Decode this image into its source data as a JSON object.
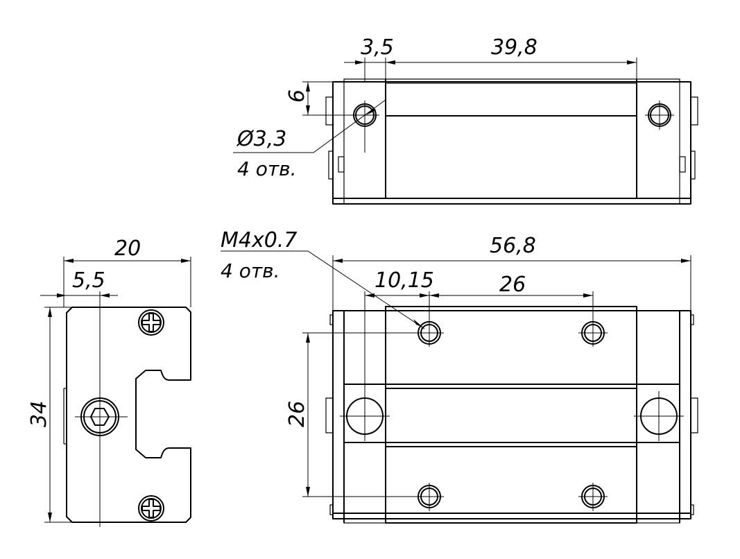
{
  "drawing": {
    "top_view": {
      "dim_offset": "3,5",
      "dim_length": "39,8",
      "dim_height": "6",
      "hole_note": "Ø3,3",
      "hole_count": "4 отв."
    },
    "side_view": {
      "dim_width": "20",
      "dim_offset": "5,5",
      "dim_height": "34"
    },
    "front_view": {
      "thread_note": "M4x0.7",
      "thread_count": "4 отв.",
      "dim_length": "56,8",
      "dim_offset": "10,15",
      "dim_pitch_x": "26",
      "dim_pitch_y": "26"
    }
  }
}
